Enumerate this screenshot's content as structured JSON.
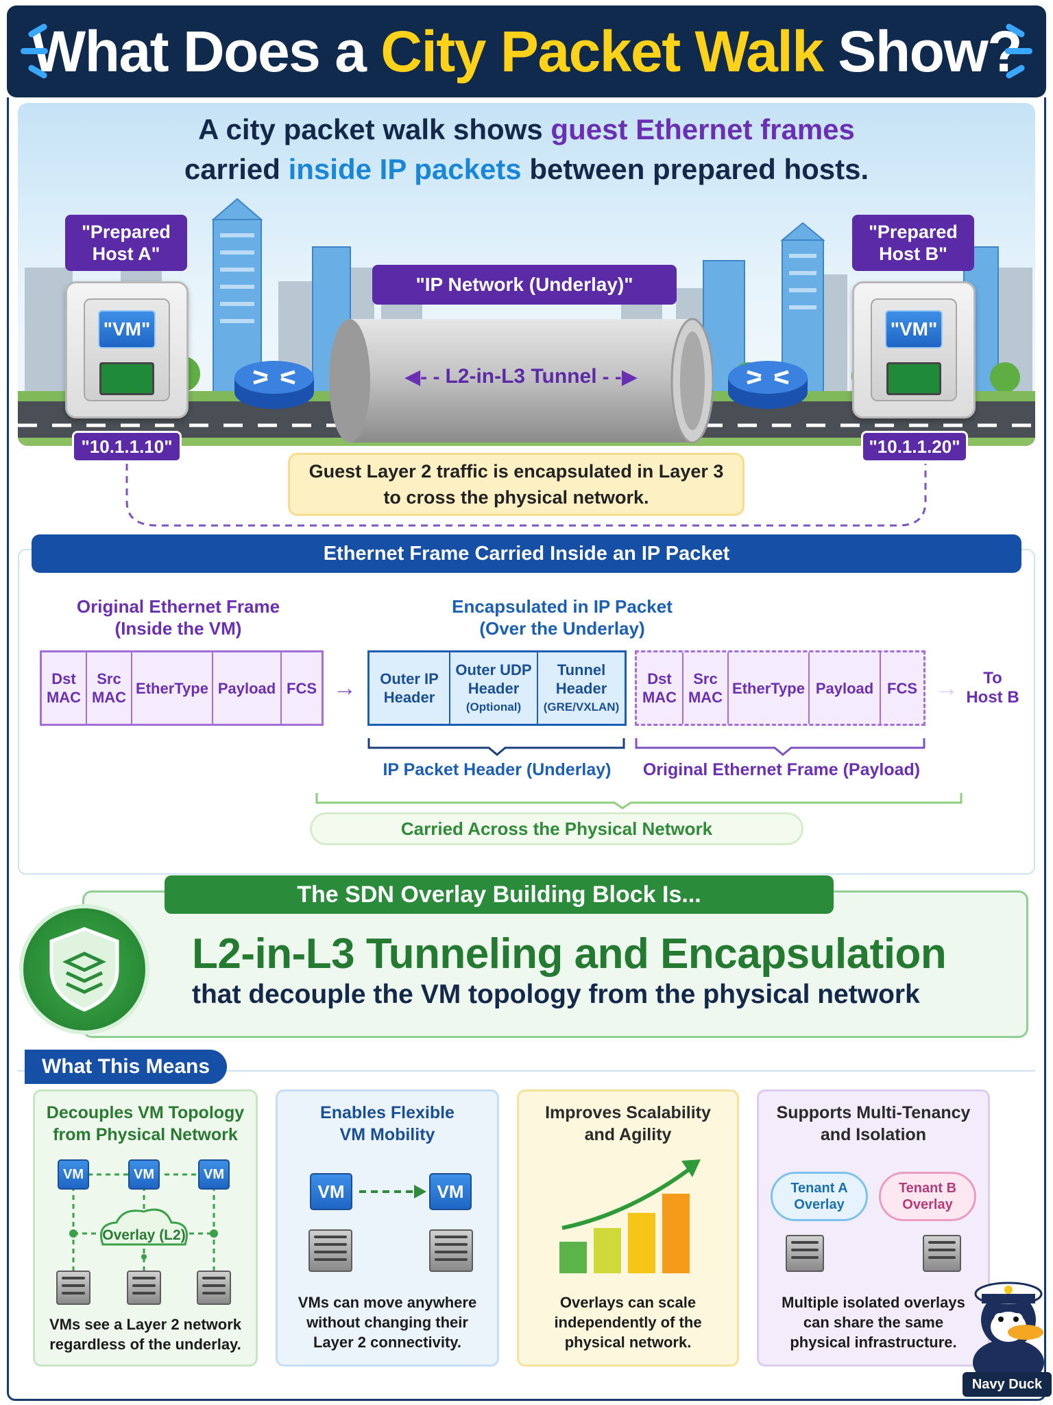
{
  "title": {
    "part1": "What Does a ",
    "highlight": "City Packet Walk",
    "part2": " Show?"
  },
  "headline": {
    "l1a": "A city packet walk shows ",
    "l1b": "guest Ethernet frames",
    "l2a": "carried ",
    "l2b": "inside IP packets",
    "l2c": " between prepared hosts."
  },
  "scene": {
    "host_a_label": "\"Prepared\nHost A\"",
    "host_b_label": "\"Prepared\nHost B\"",
    "vm_label": "\"VM\"",
    "underlay_label": "\"IP Network (Underlay)\"",
    "tunnel_label": "L2-in-L3 Tunnel",
    "ip_a": "\"10.1.1.10\"",
    "ip_b": "\"10.1.1.20\"",
    "note_l1": "Guest Layer 2 traffic is encapsulated in Layer 3",
    "note_l2": "to cross the physical network."
  },
  "frame_section": {
    "title": "Ethernet Frame Carried Inside an IP Packet",
    "orig_label_l1": "Original Ethernet Frame",
    "orig_label_l2": "(Inside the VM)",
    "enc_label_l1": "Encapsulated in IP Packet",
    "enc_label_l2": "(Over the Underlay)",
    "frame_fields": [
      {
        "l1": "Dst",
        "l2": "MAC"
      },
      {
        "l1": "Src",
        "l2": "MAC"
      },
      {
        "l1": "EtherType",
        "l2": ""
      },
      {
        "l1": "Payload",
        "l2": ""
      },
      {
        "l1": "FCS",
        "l2": ""
      }
    ],
    "enc_fields": [
      {
        "l1": "Outer IP",
        "l2": "Header",
        "l3": ""
      },
      {
        "l1": "Outer UDP",
        "l2": "Header",
        "l3": "(Optional)"
      },
      {
        "l1": "Tunnel",
        "l2": "Header",
        "l3": "(GRE/VXLAN)"
      }
    ],
    "to_host_l1": "To",
    "to_host_l2": "Host B",
    "brace_ip": "IP Packet Header (Underlay)",
    "brace_payload": "Original Ethernet Frame (Payload)",
    "carried": "Carried Across the Physical Network"
  },
  "building_block": {
    "bar": "The SDN Overlay Building Block Is...",
    "main": "L2-in-L3 Tunneling and Encapsulation",
    "sub": "that decouple the VM topology from the physical network"
  },
  "means": {
    "bar": "What This Means",
    "cards": [
      {
        "title_l1": "Decouples VM Topology",
        "title_l2": "from Physical Network",
        "text_l1": "VMs see a Layer 2 network",
        "text_l2": "regardless of the underlay.",
        "text_l3": "",
        "overlay": "Overlay (L2)",
        "vm": "VM"
      },
      {
        "title_l1": "Enables Flexible",
        "title_l2": "VM Mobility",
        "text_l1": "VMs can move anywhere",
        "text_l2": "without changing their",
        "text_l3": "Layer 2 connectivity.",
        "vm": "VM"
      },
      {
        "title_l1": "Improves Scalability",
        "title_l2": "and Agility",
        "text_l1": "Overlays can scale",
        "text_l2": "independently of the",
        "text_l3": "physical network."
      },
      {
        "title_l1": "Supports Multi-Tenancy",
        "title_l2": "and Isolation",
        "text_l1": "Multiple isolated overlays",
        "text_l2": "can share the same",
        "text_l3": "physical infrastructure.",
        "tenant_a_l1": "Tenant A",
        "tenant_a_l2": "Overlay",
        "tenant_b_l1": "Tenant B",
        "tenant_b_l2": "Overlay"
      }
    ]
  },
  "mascot": {
    "label": "Navy Duck"
  },
  "colors": {
    "navy": "#0f2a4d",
    "yellow": "#ffd21a",
    "purple": "#5b2aa6",
    "blue": "#1650a6",
    "green": "#2a8c3a"
  }
}
